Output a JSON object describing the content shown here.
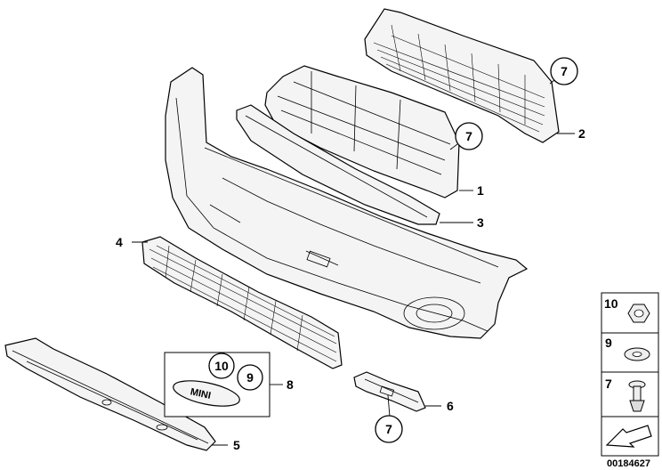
{
  "callouts": {
    "c1": "1",
    "c2": "2",
    "c3": "3",
    "c4": "4",
    "c5": "5",
    "c6": "6",
    "c8": "8"
  },
  "circled": {
    "top_right": "7",
    "middle": "7",
    "bottom": "7",
    "badge_left": "10",
    "badge_right": "9"
  },
  "legend": {
    "row1": "10",
    "row2": "9",
    "row3": "7"
  },
  "diagram_id": "00184627"
}
